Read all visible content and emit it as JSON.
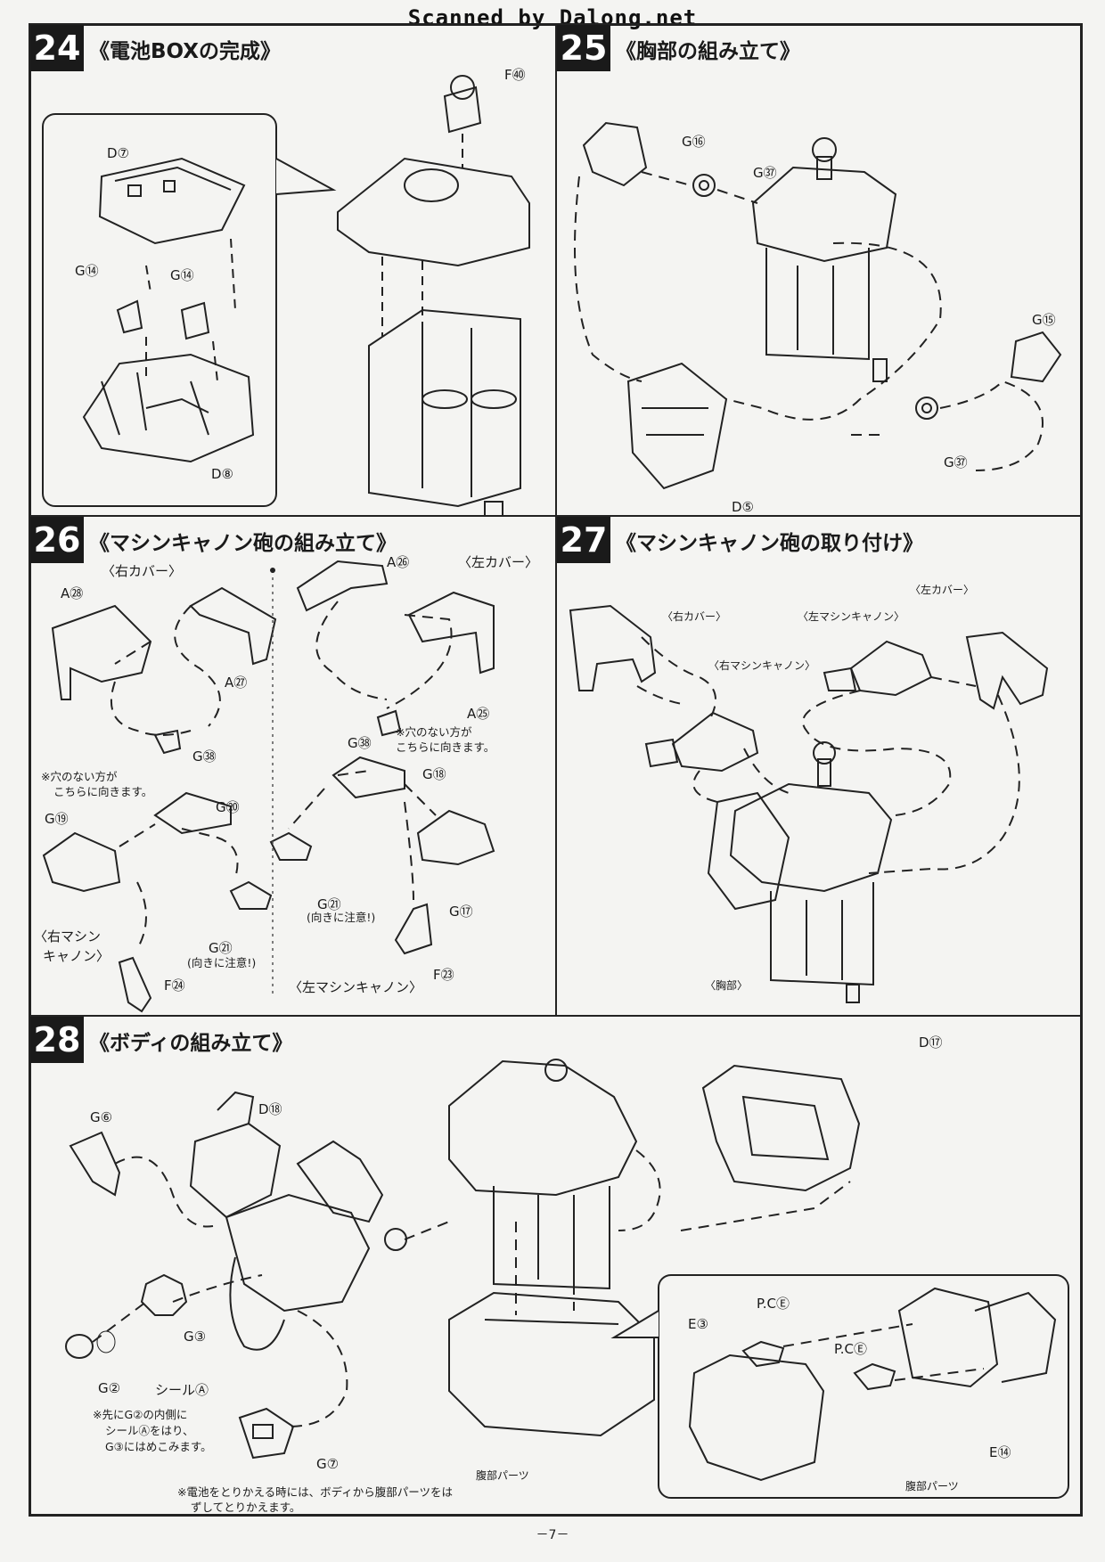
{
  "watermark": "Scanned by Dalong.net",
  "page_number": "－7－",
  "steps": {
    "s24": {
      "num": "24",
      "title": "《電池BOXの完成》",
      "parts": {
        "f40": "F㊵",
        "d7": "D⑦",
        "g14a": "G⑭",
        "g14b": "G⑭",
        "d8": "D⑧"
      }
    },
    "s25": {
      "num": "25",
      "title": "《胸部の組み立て》",
      "parts": {
        "g16": "G⑯",
        "g37a": "G㊲",
        "g15": "G⑮",
        "g37b": "G㊲",
        "d5": "D⑤"
      }
    },
    "s26": {
      "num": "26",
      "title": "《マシンキャノン砲の組み立て》",
      "labels": {
        "right_cover": "〈右カバー〉",
        "left_cover": "〈左カバー〉",
        "right_mc_1": "〈右マシン",
        "right_mc_2": "キャノン〉",
        "left_mc": "〈左マシンキャノン〉",
        "note_right_1": "※穴のない方が",
        "note_right_2": "こちらに向きます。",
        "note_left_1": "※穴のない方が",
        "note_left_2": "こちらに向きます。",
        "caution_a": "(向きに注意!)",
        "caution_b": "(向きに注意!)"
      },
      "parts": {
        "a28": "A㉘",
        "a27": "A㉗",
        "g38a": "G㊳",
        "g20": "G⑳",
        "g19": "G⑲",
        "g21a": "G㉑",
        "f24": "F㉔",
        "a26": "A㉖",
        "a25": "A㉕",
        "g38b": "G㊳",
        "g18": "G⑱",
        "g21b": "G㉑",
        "g17": "G⑰",
        "f23": "F㉓"
      }
    },
    "s27": {
      "num": "27",
      "title": "《マシンキャノン砲の取り付け》",
      "labels": {
        "right_cover": "〈右カバー〉",
        "left_mc": "〈左マシンキャノン〉",
        "left_cover": "〈左カバー〉",
        "right_mc": "〈右マシンキャノン〉",
        "chest": "〈胸部〉"
      }
    },
    "s28": {
      "num": "28",
      "title": "《ボディの組み立て》",
      "parts": {
        "g6": "G⑥",
        "d18": "D⑱",
        "d17": "D⑰",
        "g3": "G③",
        "g2": "G②",
        "seal": "シールⒶ",
        "g7": "G⑦",
        "pce1": "P.CⒺ",
        "pce2": "P.CⒺ",
        "e3": "E③",
        "e14": "E⑭"
      },
      "labels": {
        "abdomen": "腹部パーツ",
        "abdomen_inset": "腹部パーツ"
      },
      "notes": {
        "seal_1": "※先にG②の内側に",
        "seal_2": "シールⒶをはり、",
        "seal_3": "G③にはめこみます。",
        "battery_1": "※電池をとりかえる時には、ボディから腹部パーツをは",
        "battery_2": "ずしてとりかえます。"
      }
    }
  }
}
